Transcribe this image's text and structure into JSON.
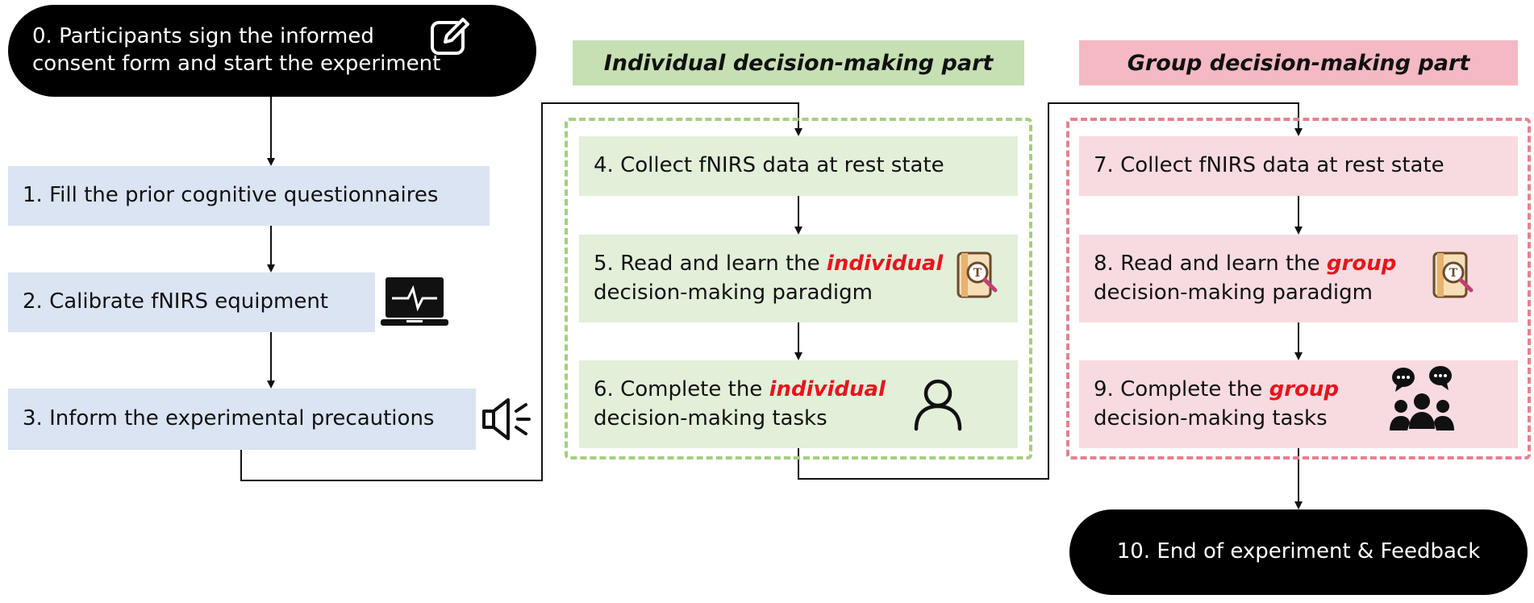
{
  "start": {
    "line1": "0. Participants sign the informed",
    "line2": "consent form and start the experiment",
    "icon": "edit-icon"
  },
  "sections": {
    "individual_header": "Individual decision-making part",
    "group_header": "Group decision-making part"
  },
  "left_steps": [
    {
      "label": "1. Fill the prior cognitive questionnaires"
    },
    {
      "label": "2. Calibrate fNIRS equipment",
      "icon": "laptop-monitor-icon"
    },
    {
      "label": "3. Inform the experimental precautions",
      "icon": "speaker-icon"
    }
  ],
  "individual_steps": {
    "s4": "4. Collect fNIRS data at rest state",
    "s5_pre": "5. Read and learn the ",
    "s5_emph": "individual",
    "s5_post": "decision-making paradigm",
    "s6_pre": "6. Complete the ",
    "s6_emph": "individual",
    "s6_post": "decision-making tasks",
    "s5_icon": "document-search-icon",
    "s6_icon": "person-icon"
  },
  "group_steps": {
    "s7": "7. Collect fNIRS data at rest state",
    "s8_pre": "8. Read and learn the ",
    "s8_emph": "group",
    "s8_post": "decision-making paradigm",
    "s9_pre": "9. Complete the ",
    "s9_emph": "group",
    "s9_post": "decision-making tasks",
    "s8_icon": "document-search-icon",
    "s9_icon": "group-chat-icon"
  },
  "end": {
    "label": "10. End of experiment & Feedback"
  },
  "colors": {
    "left_box": "#dae4f2",
    "individual_box": "#e2efd9",
    "individual_header": "#c6e0b4",
    "individual_dash": "#a4d07e",
    "group_box": "#f7dbe0",
    "group_header": "#f4b9c3",
    "group_dash": "#e6808e",
    "emphasis": "#e8141e"
  }
}
